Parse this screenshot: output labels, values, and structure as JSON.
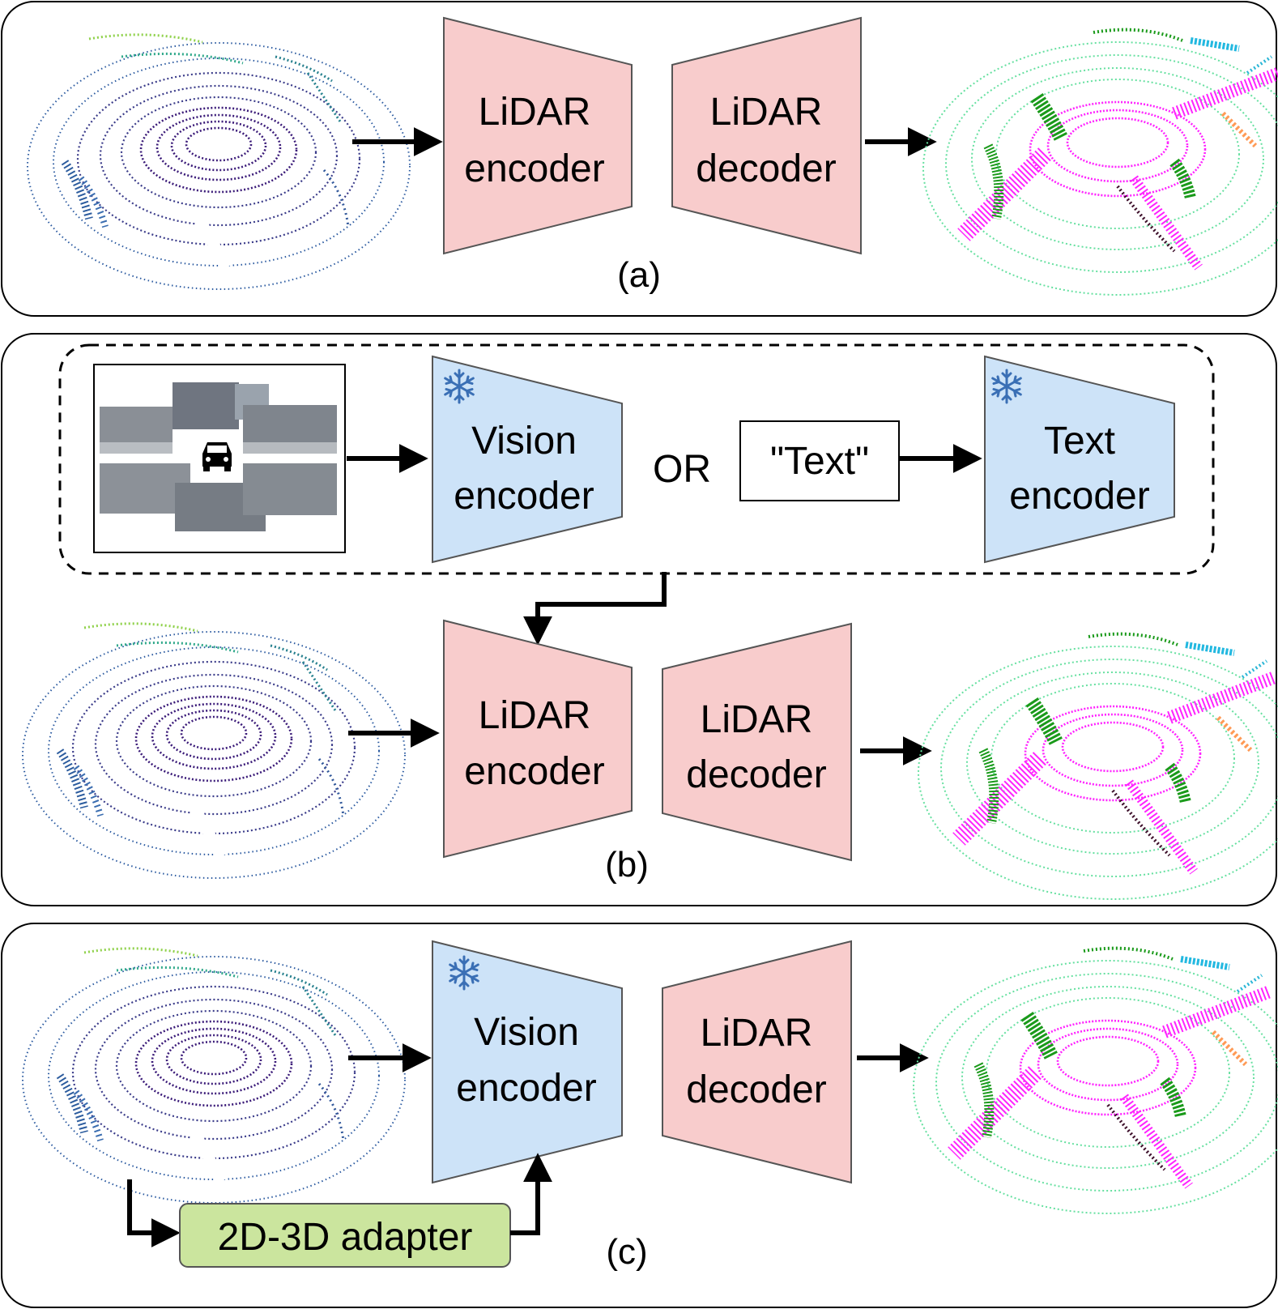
{
  "panels": {
    "a": {
      "label": "(a)",
      "lidar_encoder": [
        "LiDAR",
        "encoder"
      ],
      "lidar_decoder": [
        "LiDAR",
        "decoder"
      ]
    },
    "b": {
      "label": "(b)",
      "vision_encoder": [
        "Vision",
        "encoder"
      ],
      "or_text": "OR",
      "text_input": "\"Text\"",
      "text_encoder": [
        "Text",
        "encoder"
      ],
      "lidar_encoder": [
        "LiDAR",
        "encoder"
      ],
      "lidar_decoder": [
        "LiDAR",
        "decoder"
      ]
    },
    "c": {
      "label": "(c)",
      "vision_encoder": [
        "Vision",
        "encoder"
      ],
      "lidar_decoder": [
        "LiDAR",
        "decoder"
      ],
      "adapter": "2D-3D adapter"
    }
  },
  "icons": {
    "frozen": "snowflake-icon",
    "vehicle": "car-icon"
  },
  "colors": {
    "lidar_block": "#f8cccc",
    "vision_block": "#cde3f8",
    "adapter_block": "#cbe59e",
    "snowflake": "#3a6fb5",
    "road_segment": "#ff22ff",
    "vegetation_segment": "#1a9a1a",
    "terrain_segment": "#66e0a0",
    "input_cloud_inner": "#3a0f68",
    "input_cloud_outer": "#2a5ea8"
  }
}
